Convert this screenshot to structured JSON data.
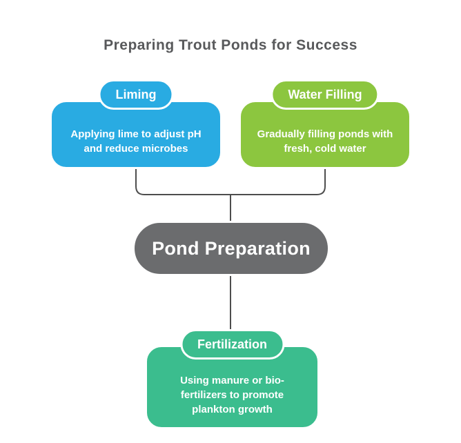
{
  "title": "Preparing Trout Ponds for Success",
  "colors": {
    "background": "#ffffff",
    "title_text": "#58595B",
    "connector": "#4D4D4D",
    "liming": "#29ABE2",
    "water_filling": "#8CC63F",
    "pond_preparation": "#6B6C6E",
    "fertilization": "#3BBD8E",
    "node_text": "#ffffff"
  },
  "nodes": {
    "liming": {
      "label": "Liming",
      "description": "Applying lime to adjust pH and reduce microbes"
    },
    "water_filling": {
      "label": "Water Filling",
      "description": "Gradually filling ponds with fresh, cold water"
    },
    "pond_preparation": {
      "label": "Pond Preparation"
    },
    "fertilization": {
      "label": "Fertilization",
      "description": "Using manure or bio-fertilizers to promote plankton growth"
    }
  }
}
